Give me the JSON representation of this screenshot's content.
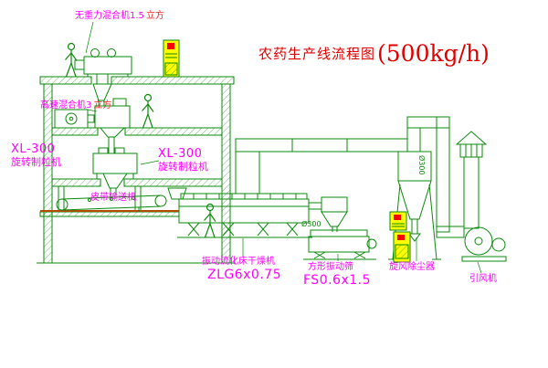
{
  "title": {
    "main": "农药生产线流程图",
    "capacity": "(500kg/h)"
  },
  "labels": {
    "top_mixer": {
      "name": "无重力混合机1.5",
      "unit": "立方"
    },
    "highspeed_mixer": {
      "name": "高速混合机3",
      "unit": "立方"
    },
    "granulator_left": {
      "model": "XL-300",
      "name": "旋转制粒机"
    },
    "granulator_mid": {
      "model": "XL-300",
      "name": "旋转制粒机"
    },
    "belt_conveyor": "皮带输送机",
    "dryer": {
      "name": "振动流化床干燥机",
      "model": "ZLG6x0.75"
    },
    "sieve": {
      "name": "方形振动筛",
      "model": "FS0.6x1.5"
    },
    "cyclone": "旋风除尘器",
    "fan": "引风机",
    "pipe_dim": "Ø300",
    "feed_dim": "Ø300"
  },
  "colors": {
    "line": "#0a8a0a",
    "label": "#ff00ff",
    "title": "#e00000",
    "cabinet_fill": "#ffff00",
    "alert": "#ff0000",
    "ground_line": "#b54a00",
    "background": "#ffffff"
  }
}
